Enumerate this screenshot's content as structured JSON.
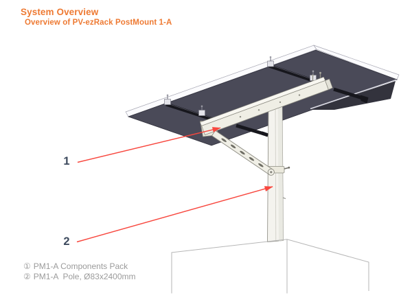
{
  "page": {
    "title": "System Overview",
    "subtitle": "Overview of PV-ezRack PostMount 1-A"
  },
  "figure": {
    "callouts": [
      {
        "number": "1",
        "points_to": "components-pack-bracket-junction"
      },
      {
        "number": "2",
        "points_to": "mounting-pole"
      }
    ]
  },
  "legend": {
    "items": [
      {
        "marker": "①",
        "text": "PM1-A Components Pack"
      },
      {
        "marker": "②",
        "text": "PM1-A  Pole, Ø83x2400mm"
      }
    ]
  },
  "colors": {
    "accent_orange": "#EE7A33",
    "callout_red": "#F8473E",
    "callout_number_navy": "#3D4A5E",
    "legend_gray": "#9B9B9B",
    "panel_dark": "#4A4A58"
  }
}
